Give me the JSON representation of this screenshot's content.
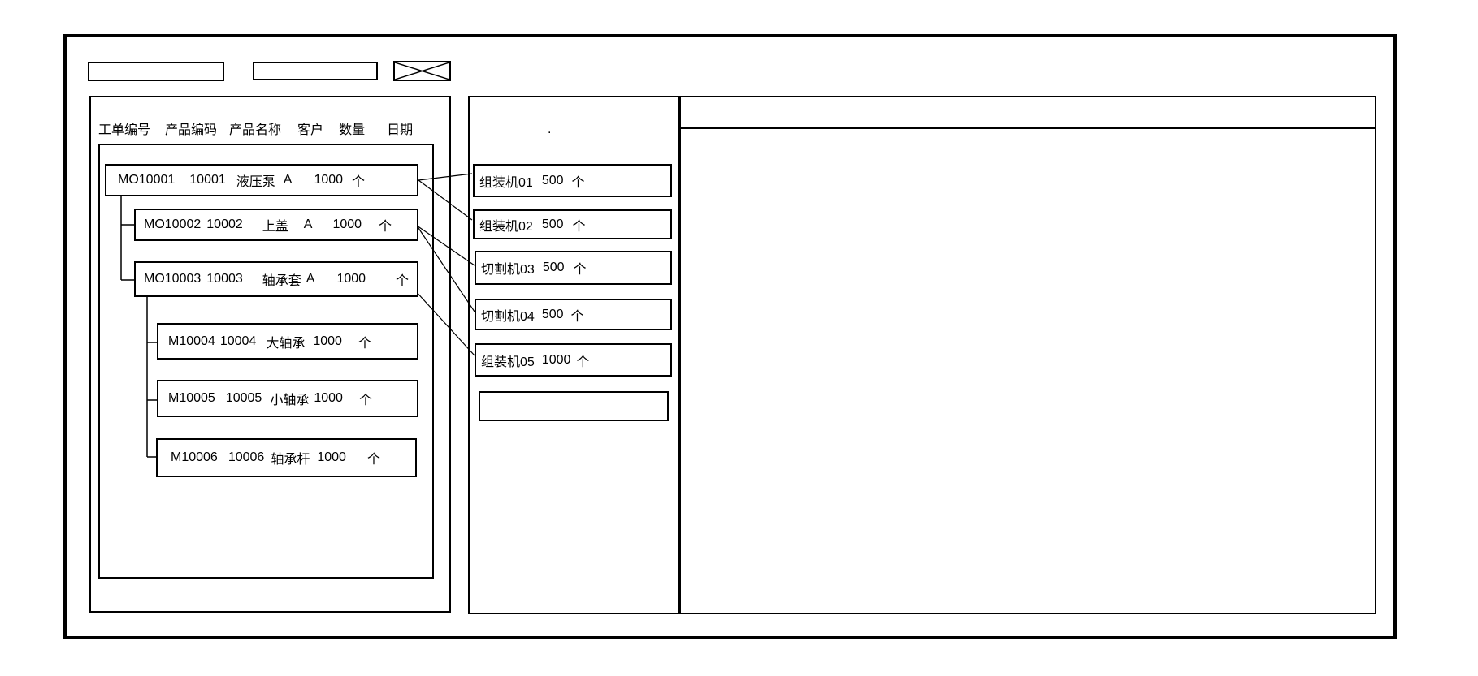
{
  "toolbar": {
    "field1_value": "",
    "field2_value": ""
  },
  "left_panel": {
    "headers": [
      "工单编号",
      "产品编码",
      "产品名称",
      "客户",
      "数量",
      "日期"
    ],
    "tree": [
      {
        "order_no": "MO10001",
        "product_code": "10001",
        "product_name": "液压泵",
        "customer": "A",
        "qty": "1000",
        "unit": "个"
      },
      {
        "order_no": "MO10002",
        "product_code": "10002",
        "product_name": "上盖",
        "customer": "A",
        "qty": "1000",
        "unit": "个"
      },
      {
        "order_no": "MO10003",
        "product_code": "10003",
        "product_name": "轴承套",
        "customer": "A",
        "qty": "1000",
        "unit": "个"
      },
      {
        "order_no": "M10004",
        "product_code": "10004",
        "product_name": "大轴承",
        "customer": "",
        "qty": "1000",
        "unit": "个"
      },
      {
        "order_no": "M10005",
        "product_code": "10005",
        "product_name": "小轴承",
        "customer": "",
        "qty": "1000",
        "unit": "个"
      },
      {
        "order_no": "M10006",
        "product_code": "10006",
        "product_name": "轴承杆",
        "customer": "",
        "qty": "1000",
        "unit": "个"
      }
    ]
  },
  "middle_panel": {
    "dot": ".",
    "machines": [
      {
        "name": "组装机01",
        "qty": "500",
        "unit": "个"
      },
      {
        "name": "组装机02",
        "qty": "500",
        "unit": "个"
      },
      {
        "name": "切割机03",
        "qty": "500",
        "unit": "个"
      },
      {
        "name": "切割机04",
        "qty": "500",
        "unit": "个"
      },
      {
        "name": "组装机05",
        "qty": "1000",
        "unit": "个"
      }
    ],
    "empty_slot_value": ""
  },
  "right_panel": {
    "header_value": ""
  }
}
